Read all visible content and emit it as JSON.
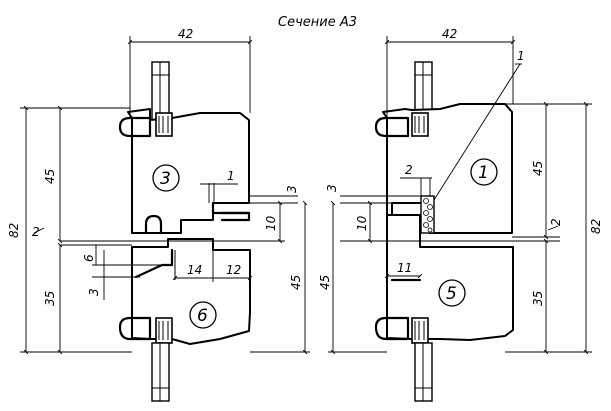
{
  "title": "Сечение А3",
  "left": {
    "top_width": "42",
    "total_height": "82",
    "upper_height": "45",
    "lower_height": "35",
    "joint_gap": "2",
    "notch_small": "1",
    "notch_step": "3",
    "notch_depth": "10",
    "ledge_width_1": "14",
    "ledge_width_2": "12",
    "right_lower": "45",
    "lower_6": "6",
    "lower_3": "3",
    "upper_element": "3",
    "lower_element": "6"
  },
  "right": {
    "top_width": "42",
    "total_height": "82",
    "upper_height": "45",
    "lower_height": "35",
    "joint_gap": "2",
    "leader": "1",
    "gap_2": "2",
    "step_3": "3",
    "depth_10": "10",
    "width_11": "11",
    "left_lower": "45",
    "upper_element": "1",
    "lower_element": "5"
  }
}
